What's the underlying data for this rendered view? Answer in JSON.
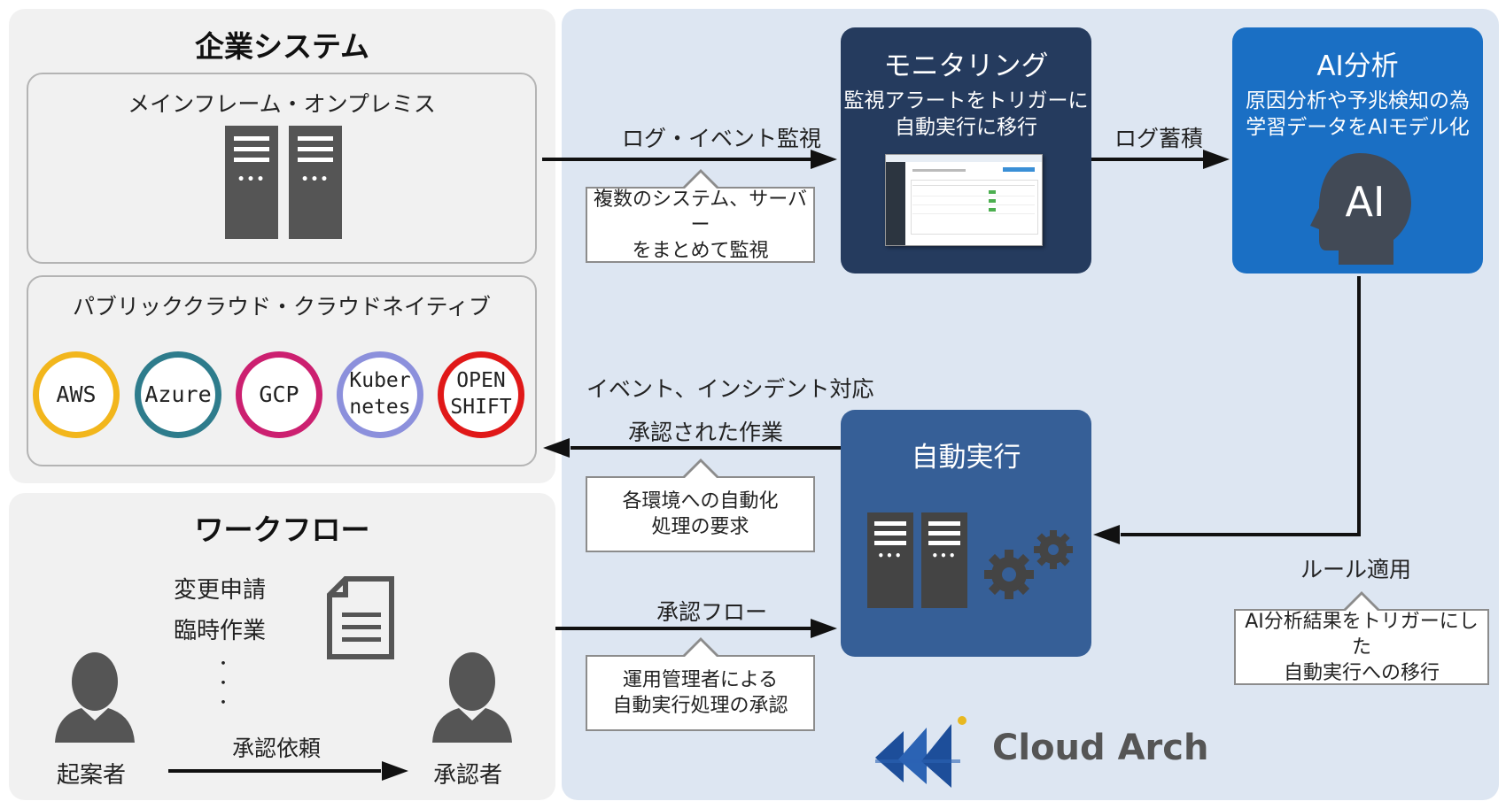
{
  "enterprise": {
    "title": "企業システム",
    "mainframe": {
      "title": "メインフレーム・オンプレミス"
    },
    "cloud": {
      "title": "パブリッククラウド・クラウドネイティブ",
      "badges": [
        {
          "label": "AWS",
          "color": "#f2b61c"
        },
        {
          "label": "Azure",
          "color": "#2e7c8c"
        },
        {
          "label": "GCP",
          "color": "#cc2070"
        },
        {
          "label": "Kuber\nnetes",
          "color": "#8c90dc"
        },
        {
          "label": "OPEN\nSHIFT",
          "color": "#e01818"
        }
      ]
    }
  },
  "workflow": {
    "title": "ワークフロー",
    "items": [
      "変更申請",
      "臨時作業"
    ],
    "ellipsis": "・\n・\n・",
    "requester": "起案者",
    "approver": "承認者",
    "request_label": "承認依頼"
  },
  "monitoring": {
    "title": "モニタリング",
    "subtitle_line1": "監視アラートをトリガーに",
    "subtitle_line2": "自動実行に移行"
  },
  "ai": {
    "title": "AI分析",
    "subtitle_line1": "原因分析や予兆検知の為",
    "subtitle_line2": "学習データをAIモデル化",
    "head_text": "AI"
  },
  "auto": {
    "title": "自動実行"
  },
  "arrows": {
    "log_event": "ログ・イベント監視",
    "log_accumulate": "ログ蓄積",
    "event_incident": "イベント、インシデント対応",
    "approved_work": "承認された作業",
    "approval_flow": "承認フロー",
    "rule_apply": "ルール適用"
  },
  "callouts": {
    "monitor_multi": {
      "line1": "複数のシステム、サーバー",
      "line2": "をまとめて監視"
    },
    "automation_request": {
      "line1": "各環境への自動化",
      "line2": "処理の要求"
    },
    "approval": {
      "line1": "運用管理者による",
      "line2": "自動実行処理の承認"
    },
    "ai_trigger": {
      "line1": "AI分析結果をトリガーにした",
      "line2": "自動実行への移行"
    }
  },
  "brand": {
    "name": "Cloud Arch"
  },
  "colors": {
    "monitoring_box": "#253b5e",
    "ai_box": "#1a6fc4",
    "auto_box": "#365f97",
    "panel_right": "#dde6f2",
    "panel_left": "#f1f1f1"
  }
}
